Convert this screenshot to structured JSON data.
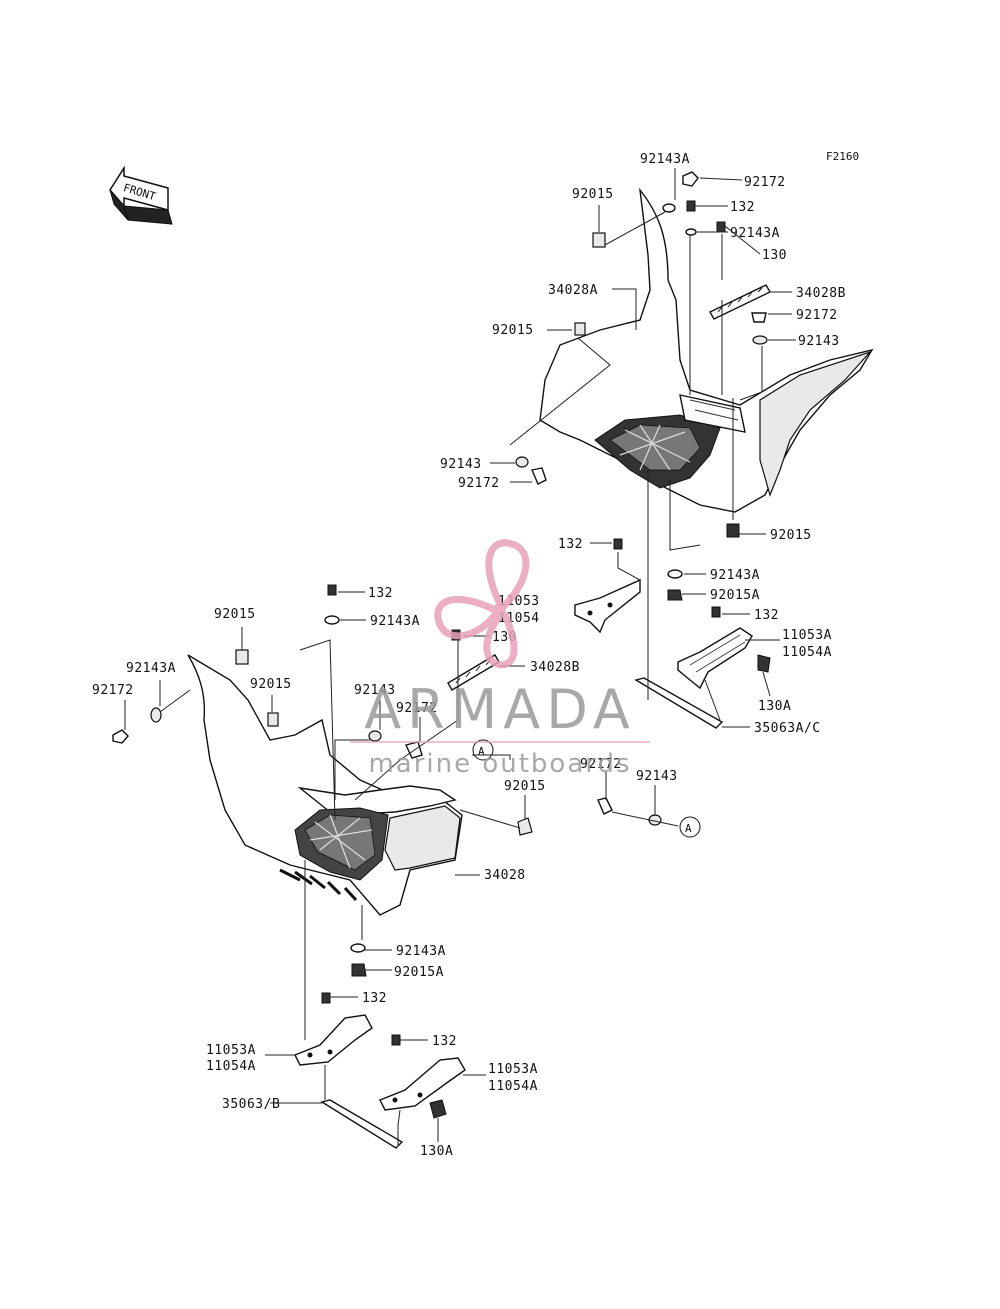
{
  "diagram": {
    "figure_code": "F2160",
    "front_label": "FRONT",
    "callout_marker": "A"
  },
  "watermark": {
    "brand": "ARMADA",
    "tagline": "marine outboards",
    "brand_color": "#9a9a9a",
    "accent_color": "#e8a0b8"
  },
  "labels": {
    "upper": {
      "p92143A_top": "92143A",
      "p92172_top": "92172",
      "p92015_top": "92015",
      "p132_top": "132",
      "p92143A_2": "92143A",
      "p130_top": "130",
      "p34028A": "34028A",
      "p34028B_top": "34028B",
      "p92015_mid": "92015",
      "p92172_mid": "92172",
      "p92143_mid": "92143",
      "p92143_left": "92143",
      "p92172_left": "92172",
      "p92015_right": "92015",
      "p132_mid": "132",
      "p92143A_mid": "92143A",
      "p11053": "11053",
      "p11054": "11054",
      "p92015A_mid": "92015A",
      "p132_right": "132",
      "p11053A_right": "11053A",
      "p11054A_right": "11054A",
      "p130A_right": "130A",
      "p35063AC": "35063A/C"
    },
    "lower": {
      "p132_l1": "132",
      "p92143A_l1": "92143A",
      "p92015_l1": "92015",
      "p130_l": "130",
      "p34028B_l": "34028B",
      "p92143A_l2": "92143A",
      "p92015_l2": "92015",
      "p92172_l1": "92172",
      "p92143_l": "92143",
      "p92172_l2": "92172",
      "p92015_l3": "92015",
      "p92172_r": "92172",
      "p92143_r": "92143",
      "p34028": "34028",
      "p92143A_l3": "92143A",
      "p92015A_l": "92015A",
      "p132_l2": "132",
      "p11053A_l": "11053A",
      "p11054A_l": "11054A",
      "p132_l3": "132",
      "p11053A_l2": "11053A",
      "p11054A_l2": "11054A",
      "p35063B": "35063/B",
      "p130A_l": "130A"
    }
  }
}
